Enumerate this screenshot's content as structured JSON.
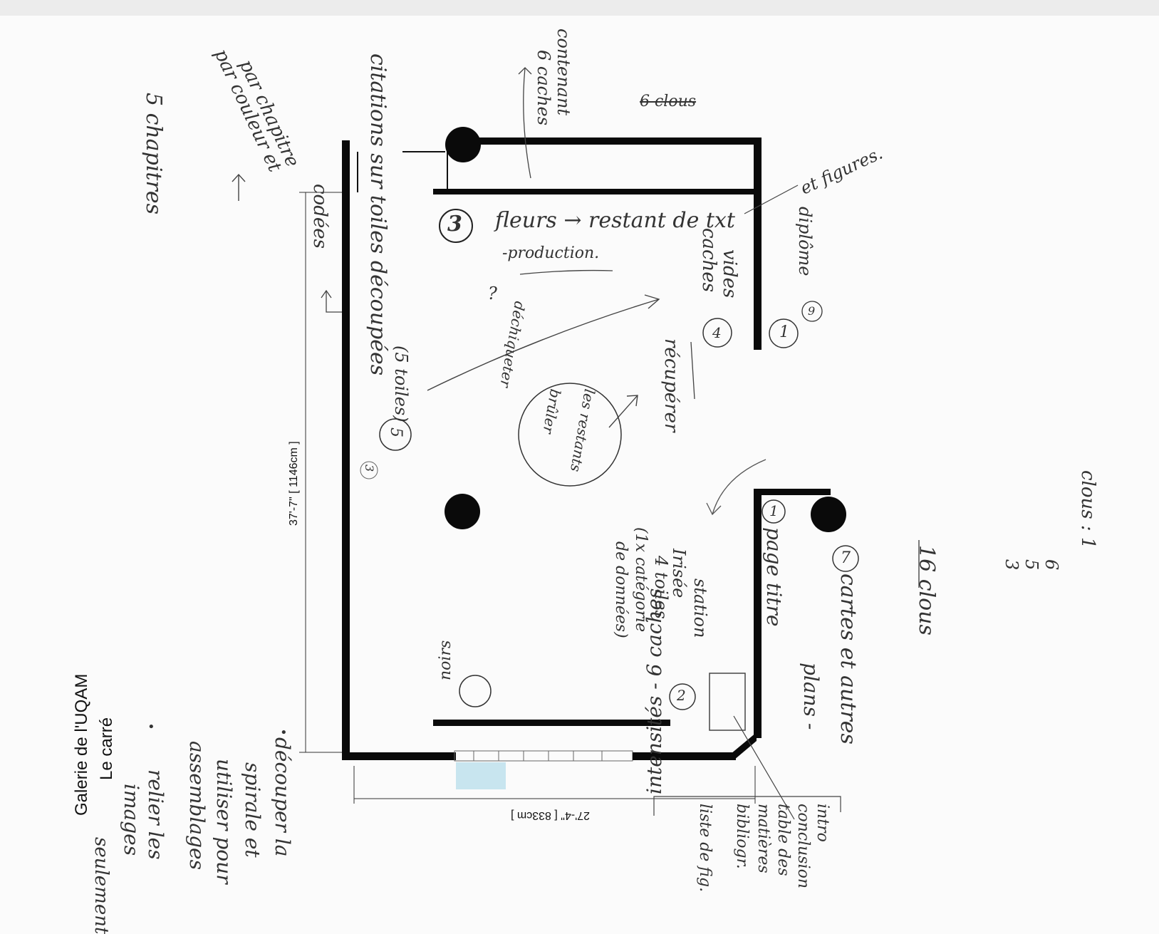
{
  "printed": {
    "gallery_name": "Galerie de l'UQAM",
    "room_name": "Le carré",
    "dim_length": "37'-7\" [ 1146cm ]",
    "dim_width": "27'-4\" [ 833cm ]"
  },
  "notes": {
    "chapitres": "5 chapitres",
    "par_couleur": "par couleur et",
    "par_chapitre": "par chapitre",
    "codees": "codées",
    "citations": "citations sur toiles découpées",
    "toiles5": "(5 toiles)",
    "num3_wall": "3",
    "num5": "5",
    "caches_contenant_1": "6 caches",
    "caches_contenant_2": "contenant",
    "six_clous": "6 clous",
    "et_figures": "et figures.",
    "num3": "3",
    "fleurs": "fleurs → restant de txt",
    "production": "-production.",
    "caches_vides_1": "caches",
    "caches_vides_2": "vides",
    "num4": "4",
    "num9": "9",
    "diplome": "diplôme",
    "num1_door": "1",
    "bruler_1": "brûler",
    "bruler_2": "déchiqueter",
    "bruler_3": "les restants",
    "bruler_q": "?",
    "recuperer": "récupérer",
    "clous_label": "clous : 1",
    "clous_6": "6",
    "clous_3": "3",
    "clous_5": "5",
    "clous_total": "16 clous",
    "num1": "1",
    "page_titre": "page titre",
    "station": "station",
    "irisee": "Irisée",
    "quatre_toiles": "4 toiles",
    "categorie_1": "(1x catégorie",
    "categorie_2": "de données)",
    "num7": "7",
    "cartes": "cartes et autres",
    "plans": "plans -",
    "num2": "2",
    "intensites": "intensités - 6 caches",
    "noirs": "noirs",
    "intro": "intro",
    "conclusion": "conclusion",
    "table_matieres_1": "table des",
    "table_matieres_2": "matières",
    "biblio": "bibliogr.",
    "liste": "liste de fig.",
    "decouper_1": "découper la",
    "decouper_2": "spirale et",
    "utiliser_1": "utiliser pour",
    "utiliser_2": "assemblages",
    "relier_1": "relier les",
    "relier_2": "images",
    "seulement": "seulement"
  },
  "colors": {
    "wall": "#0a0a0a",
    "pencil": "#333333",
    "paper": "#fbfbfb",
    "window_stain": "#9fd3e6"
  }
}
